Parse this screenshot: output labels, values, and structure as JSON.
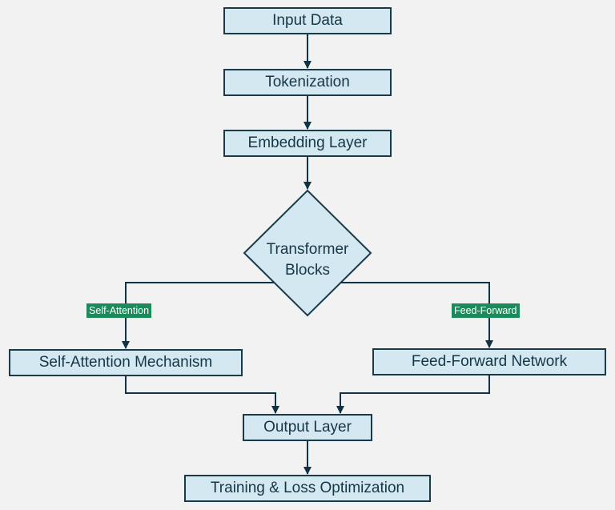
{
  "nodes": {
    "input_data": "Input Data",
    "tokenization": "Tokenization",
    "embedding_layer": "Embedding Layer",
    "transformer_blocks": [
      "Transformer",
      "Blocks"
    ],
    "self_attention_mechanism": "Self-Attention Mechanism",
    "feed_forward_network": "Feed-Forward Network",
    "output_layer": "Output Layer",
    "training_loss": "Training & Loss Optimization"
  },
  "edge_labels": {
    "self_attention": "Self-Attention",
    "feed_forward": "Feed-Forward"
  },
  "colors": {
    "background": "#f2f2f2",
    "node_fill": "#d4e8f2",
    "node_border": "#1a3a4a",
    "edge": "#0f3344",
    "edge_label_bg": "#1d8a5c"
  }
}
